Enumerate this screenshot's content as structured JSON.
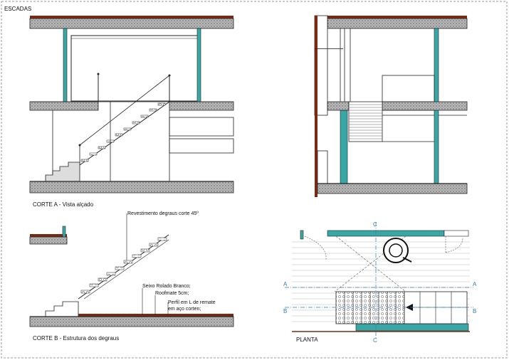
{
  "sheet": {
    "title": "ESCADAS"
  },
  "drawings": {
    "section_a": {
      "caption": "CORTE A - Vista alçado"
    },
    "section_b": {
      "caption": "CORTE B - Estrutura dos degraus",
      "notes": [
        "Revestimento degraus corte 45º",
        "Seixo Rolado Branco;",
        "Roofmate 5cm;",
        "Perfil em L de remate",
        "em aço corten;"
      ]
    },
    "plan": {
      "caption": "PLANTA",
      "section_marks": [
        "A",
        "A",
        "B",
        "B",
        "C",
        "C"
      ]
    }
  },
  "colors": {
    "column_teal": "#3aa7a7",
    "slab_fill": "#bdbdbd",
    "corten_brown": "#7a2a12",
    "axis_blue": "#2a7fb0"
  }
}
